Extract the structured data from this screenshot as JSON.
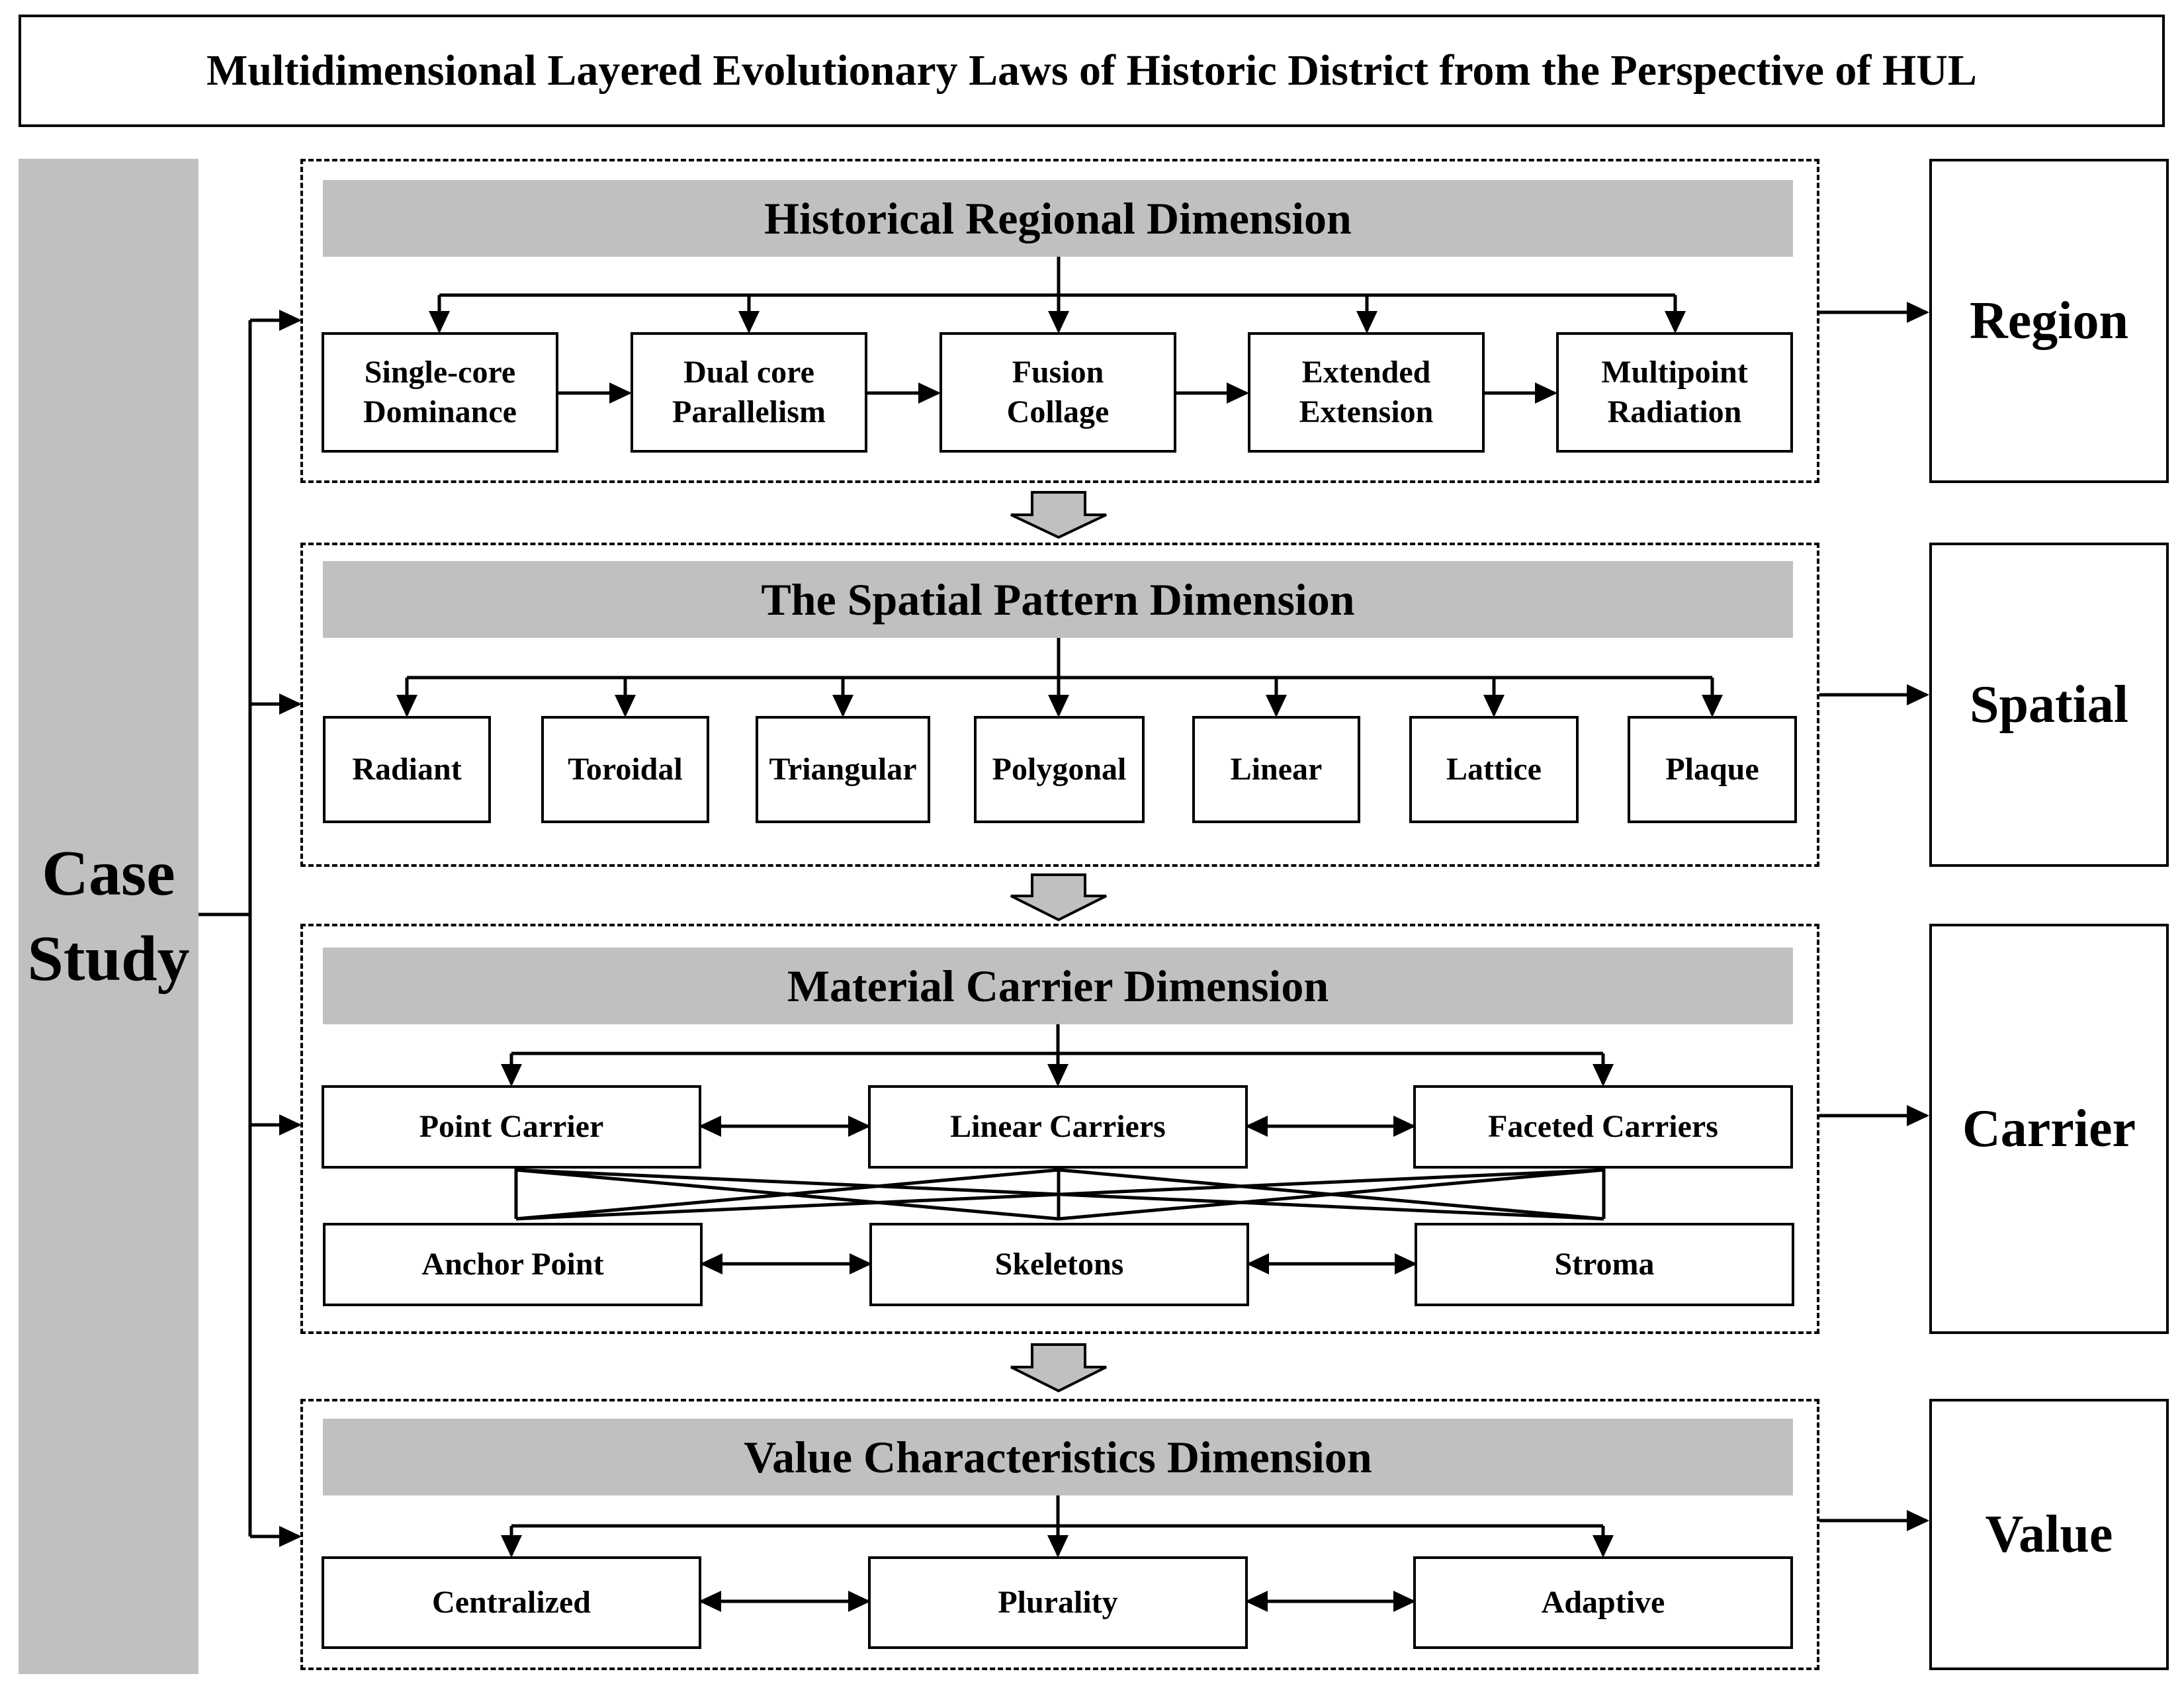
{
  "title": "Multidimensional Layered Evolutionary Laws of Historic District from the Perspective of HUL",
  "case_study": {
    "line1": "Case",
    "line2": "Study"
  },
  "dimensions": {
    "region": {
      "header": "Historical Regional Dimension",
      "items": [
        {
          "line1": "Single-core",
          "line2": "Dominance"
        },
        {
          "line1": "Dual core",
          "line2": "Parallelism"
        },
        {
          "line1": "Fusion",
          "line2": "Collage"
        },
        {
          "line1": "Extended",
          "line2": "Extension"
        },
        {
          "line1": "Multipoint",
          "line2": "Radiation"
        }
      ],
      "label": "Region"
    },
    "spatial": {
      "header": "The Spatial Pattern Dimension",
      "items": [
        "Radiant",
        "Toroidal",
        "Triangular",
        "Polygonal",
        "Linear",
        "Lattice",
        "Plaque"
      ],
      "label": "Spatial"
    },
    "carrier": {
      "header": "Material Carrier Dimension",
      "top_items": [
        "Point Carrier",
        "Linear Carriers",
        "Faceted Carriers"
      ],
      "bottom_items": [
        "Anchor Point",
        "Skeletons",
        "Stroma"
      ],
      "label": "Carrier"
    },
    "value": {
      "header": "Value Characteristics Dimension",
      "items": [
        "Centralized",
        "Plurality",
        "Adaptive"
      ],
      "label": "Value"
    }
  },
  "colors": {
    "header_fill": "#c0c0c0",
    "line": "#000000",
    "down_arrow_fill": "#c0c0c0"
  }
}
